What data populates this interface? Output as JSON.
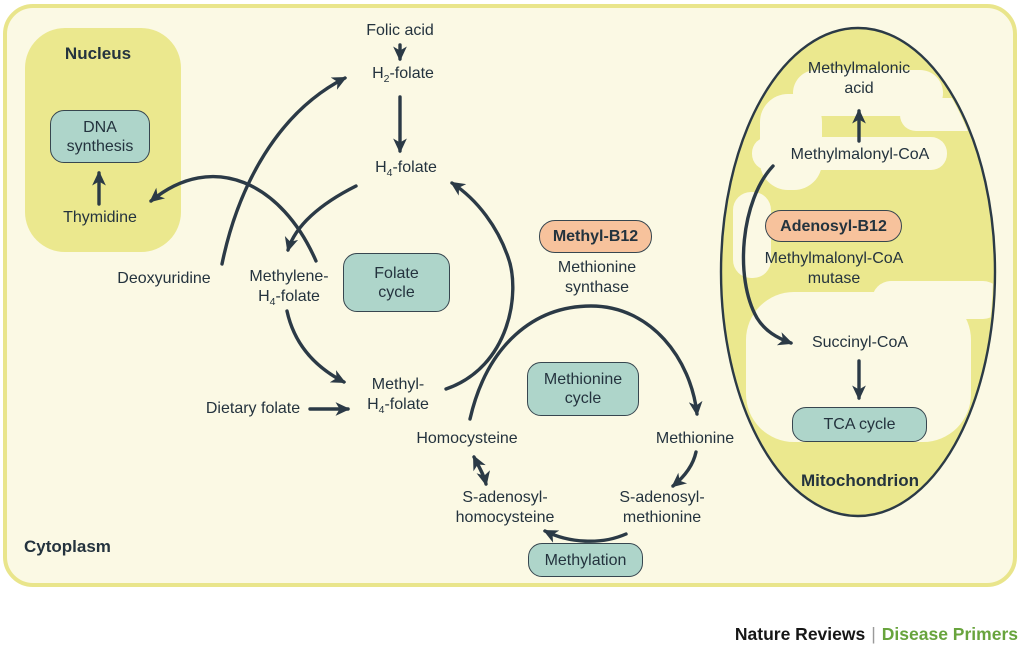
{
  "palette": {
    "canvas_bg": "#ffffff",
    "cytoplasm_fill": "#fbf9e4",
    "cytoplasm_border": "#e9e58b",
    "organelle_fill": "#ebe88e",
    "teal_box_fill": "#aed5ca",
    "orange_box_fill": "#f7c29c",
    "line_and_text": "#2b3a46",
    "brand_black": "#161616",
    "brand_green": "#68a43d"
  },
  "regions": {
    "nucleus": "Nucleus",
    "cytoplasm": "Cytoplasm",
    "mitochondrion": "Mitochondrion"
  },
  "boxes": {
    "dna_synthesis": {
      "line1": "DNA",
      "line2": "synthesis"
    },
    "folate_cycle": {
      "line1": "Folate",
      "line2": "cycle"
    },
    "methionine_cycle": {
      "line1": "Methionine",
      "line2": "cycle"
    },
    "methylation": {
      "label": "Methylation"
    },
    "tca_cycle": {
      "label": "TCA cycle"
    },
    "methyl_b12": {
      "label": "Methyl-B12"
    },
    "adenosyl_b12": {
      "label": "Adenosyl-B12"
    }
  },
  "molecules": {
    "folic_acid": "Folic acid",
    "h2_folate": {
      "pre": "H",
      "sub": "2",
      "post": "-folate"
    },
    "h4_folate": {
      "pre": "H",
      "sub": "4",
      "post": "-folate"
    },
    "methylene_h4_folate": {
      "line1": "Methylene-",
      "pre": "H",
      "sub": "4",
      "post": "-folate"
    },
    "methyl_h4_folate": {
      "line1": "Methyl-",
      "pre": "H",
      "sub": "4",
      "post": "-folate"
    },
    "dietary_folate": "Dietary folate",
    "deoxyuridine": "Deoxyuridine",
    "thymidine": "Thymidine",
    "homocysteine": "Homocysteine",
    "methionine": "Methionine",
    "s_adenosyl_homocysteine": {
      "line1": "S-adenosyl-",
      "line2": "homocysteine"
    },
    "s_adenosyl_methionine": {
      "line1": "S-adenosyl-",
      "line2": "methionine"
    },
    "methylmalonic_acid": {
      "line1": "Methylmalonic",
      "line2": "acid"
    },
    "methylmalonyl_coa": "Methylmalonyl-CoA",
    "succinyl_coa": "Succinyl-CoA"
  },
  "enzymes": {
    "methionine_synthase": {
      "line1": "Methionine",
      "line2": "synthase"
    },
    "methylmalonyl_coa_mutase": {
      "line1": "Methylmalonyl-CoA",
      "line2": "mutase"
    }
  },
  "footer": {
    "brand": "Nature Reviews",
    "separator": "|",
    "journal": "Disease Primers"
  }
}
